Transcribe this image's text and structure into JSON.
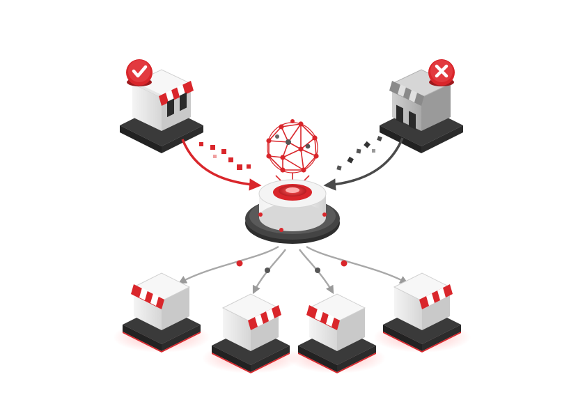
{
  "diagram": {
    "hub": {
      "icon": "neural-network-sphere-icon"
    },
    "sources": [
      {
        "id": "approved",
        "status": "approved",
        "badge_icon": "checkmark-icon"
      },
      {
        "id": "rejected",
        "status": "rejected",
        "badge_icon": "cross-icon"
      }
    ],
    "targets": [
      {
        "id": "store-1"
      },
      {
        "id": "store-2"
      },
      {
        "id": "store-3"
      },
      {
        "id": "store-4"
      }
    ],
    "colors": {
      "accent_red": "#d9262b",
      "dark_base": "#3a3a3a",
      "light_gray": "#e6e6e6",
      "arrow_gray": "#4a4a4a"
    }
  }
}
